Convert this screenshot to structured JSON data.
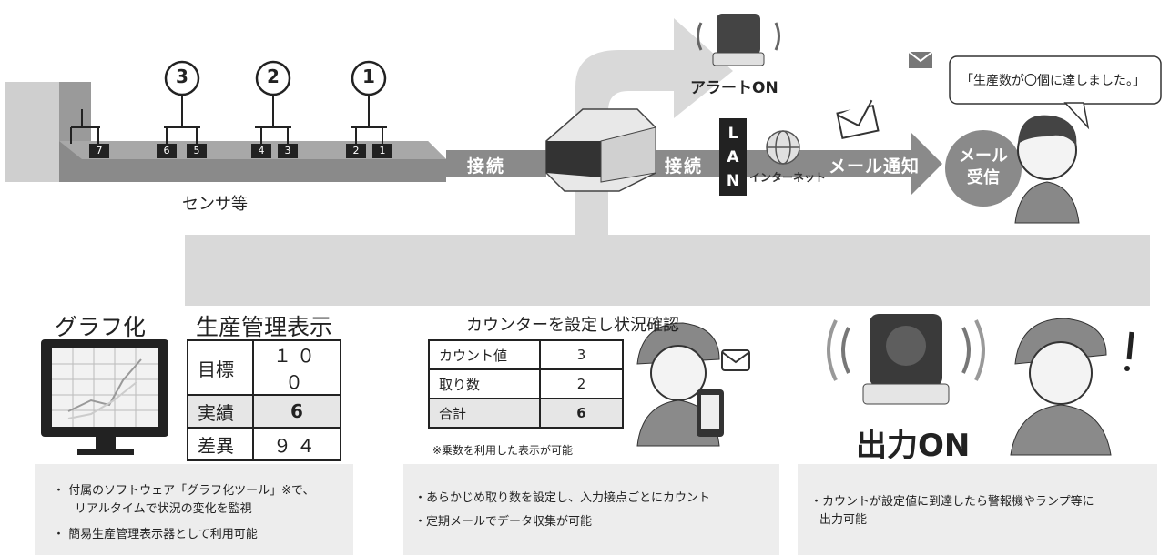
{
  "line": {
    "sensor_label": "センサ等",
    "numbers": [
      "3",
      "2",
      "1"
    ],
    "sensor_ids": [
      "7",
      "6",
      "5",
      "4",
      "3",
      "2",
      "1"
    ]
  },
  "flow": {
    "connect1": "接続",
    "connect2": "接続",
    "lan": [
      "L",
      "A",
      "N"
    ],
    "internet": "インターネット",
    "mail_notify": "メール通知",
    "mail_receive": [
      "メール",
      "受信"
    ],
    "alert_on": "アラートON",
    "speech": "「生産数が〇個に達しました。」"
  },
  "graph": {
    "title": "グラフ化"
  },
  "production": {
    "title": "生産管理表示",
    "rows": [
      {
        "label": "目標",
        "value": "１００"
      },
      {
        "label": "実績",
        "value": "6"
      },
      {
        "label": "差異",
        "value": "９４"
      }
    ]
  },
  "counter": {
    "title": "カウンターを設定し状況確認",
    "rows": [
      {
        "label": "カウント値",
        "value": "3"
      },
      {
        "label": "取り数",
        "value": "2"
      },
      {
        "label": "合計",
        "value": "6"
      }
    ],
    "note": "※乗数を利用した表示が可能"
  },
  "output": {
    "label": "出力ON"
  },
  "panels": {
    "left": [
      "・ 付属のソフトウェア「グラフ化ツール」※で、",
      "リアルタイムで状況の変化を監視",
      "・ 簡易生産管理表示器として利用可能"
    ],
    "middle": [
      "・あらかじめ取り数を設定し、入力接点ごとにカウント",
      "・定期メールでデータ収集が可能"
    ],
    "right": [
      "・カウントが設定値に到達したら警報機やランプ等に",
      "出力可能"
    ]
  },
  "colors": {
    "arrow": "#8a8a8a",
    "light_gray": "#d9d9d9",
    "panel": "#ededed",
    "dark": "#222222"
  }
}
